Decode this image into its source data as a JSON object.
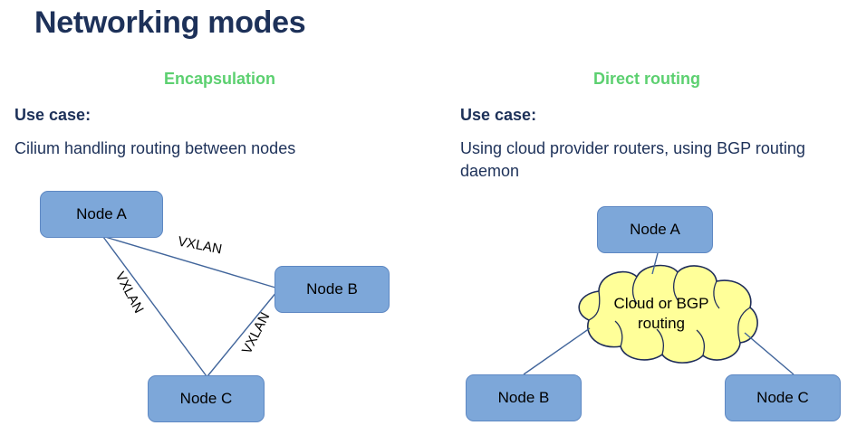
{
  "slide": {
    "title": "Networking modes",
    "background_color": "#ffffff",
    "title_color": "#1d3159",
    "accent_green": "#5cd070",
    "node_fill": "#7da7d9",
    "node_border": "#5e88c3",
    "cloud_fill": "#ffff99",
    "cloud_border": "#1f2d5a",
    "connector_color": "#41659b"
  },
  "columns": {
    "left": {
      "heading": "Encapsulation",
      "usecase_label": "Use case:",
      "usecase_text": "Cilium handling routing between nodes",
      "diagram": {
        "nodes": [
          {
            "id": "left-a",
            "label": "Node A"
          },
          {
            "id": "left-b",
            "label": "Node B"
          },
          {
            "id": "left-c",
            "label": "Node C"
          }
        ],
        "edges": [
          {
            "id": "ab",
            "from": "Node A",
            "to": "Node B",
            "label": "VXLAN"
          },
          {
            "id": "ac",
            "from": "Node A",
            "to": "Node C",
            "label": "VXLAN"
          },
          {
            "id": "bc",
            "from": "Node B",
            "to": "Node C",
            "label": "VXLAN"
          }
        ]
      }
    },
    "right": {
      "heading": "Direct routing",
      "usecase_label": "Use case:",
      "usecase_text": "Using cloud provider routers, using BGP routing daemon",
      "diagram": {
        "nodes": [
          {
            "id": "right-a",
            "label": "Node A"
          },
          {
            "id": "right-b",
            "label": "Node B"
          },
          {
            "id": "right-c",
            "label": "Node C"
          }
        ],
        "cloud": {
          "label": "Cloud or BGP\nrouting"
        },
        "edges": [
          {
            "id": "a-cloud",
            "from": "Node A",
            "to": "Cloud or BGP routing",
            "label": ""
          },
          {
            "id": "cloud-b",
            "from": "Cloud or BGP routing",
            "to": "Node B",
            "label": ""
          },
          {
            "id": "cloud-c",
            "from": "Cloud or BGP routing",
            "to": "Node C",
            "label": ""
          }
        ]
      }
    }
  }
}
